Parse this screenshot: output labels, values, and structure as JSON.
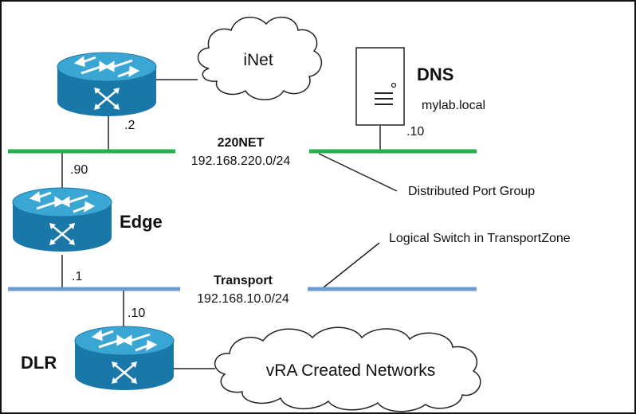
{
  "colors": {
    "green_net": "#22b14c",
    "blue_net": "#6c9bd2",
    "router_body": "#1a78a8",
    "router_top": "#3aa6d4"
  },
  "clouds": {
    "inet": "iNet",
    "vra": "vRA Created Networks"
  },
  "dns": {
    "title": "DNS",
    "domain": "mylab.local"
  },
  "routers": {
    "edge": "Edge",
    "dlr": "DLR"
  },
  "networks": {
    "net220": {
      "name": "220NET",
      "cidr": "192.168.220.0/24"
    },
    "transport": {
      "name": "Transport",
      "cidr": "192.168.10.0/24"
    }
  },
  "addresses": {
    "inet_router": ".2",
    "dns_host": ".10",
    "edge_220": ".90",
    "edge_transport": ".1",
    "dlr_transport": ".10"
  },
  "callouts": {
    "dpg": "Distributed Port Group",
    "logical_switch": "Logical Switch in TransportZone"
  }
}
